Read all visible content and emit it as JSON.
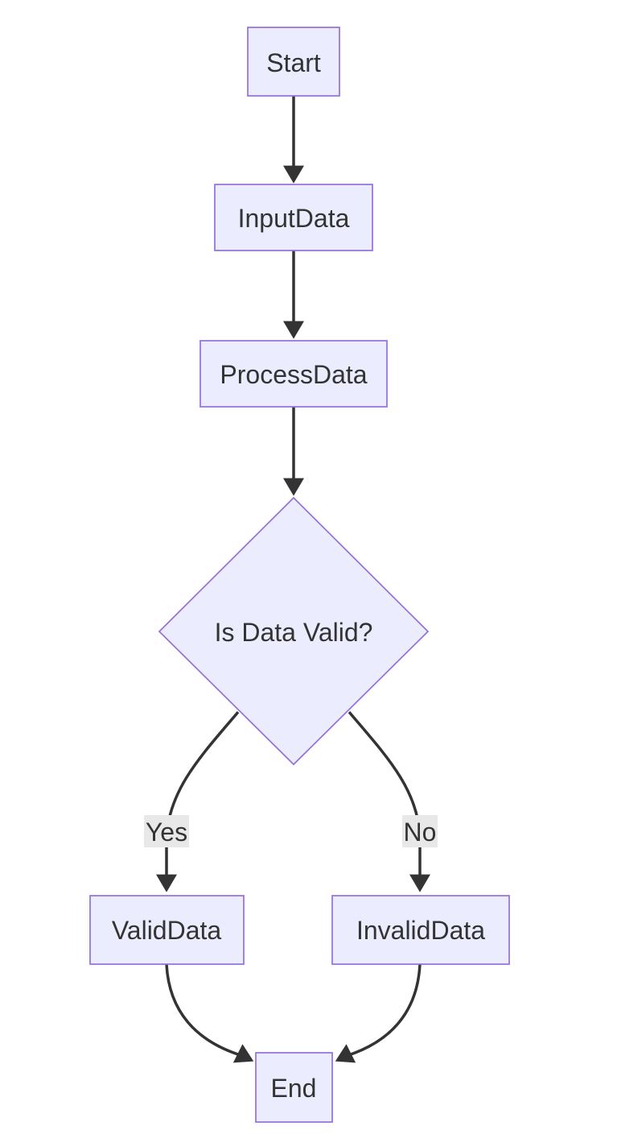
{
  "diagram": {
    "type": "flowchart",
    "direction": "top-down",
    "nodes": [
      {
        "id": "Start",
        "label": "Start",
        "shape": "rectangle"
      },
      {
        "id": "InputData",
        "label": "InputData",
        "shape": "rectangle"
      },
      {
        "id": "ProcessData",
        "label": "ProcessData",
        "shape": "rectangle"
      },
      {
        "id": "Decision",
        "label": "Is Data Valid?",
        "shape": "diamond"
      },
      {
        "id": "ValidData",
        "label": "ValidData",
        "shape": "rectangle"
      },
      {
        "id": "InvalidData",
        "label": "InvalidData",
        "shape": "rectangle"
      },
      {
        "id": "End",
        "label": "End",
        "shape": "rectangle"
      }
    ],
    "edges": [
      {
        "from": "Start",
        "to": "InputData",
        "label": ""
      },
      {
        "from": "InputData",
        "to": "ProcessData",
        "label": ""
      },
      {
        "from": "ProcessData",
        "to": "Decision",
        "label": ""
      },
      {
        "from": "Decision",
        "to": "ValidData",
        "label": "Yes"
      },
      {
        "from": "Decision",
        "to": "InvalidData",
        "label": "No"
      },
      {
        "from": "ValidData",
        "to": "End",
        "label": ""
      },
      {
        "from": "InvalidData",
        "to": "End",
        "label": ""
      }
    ],
    "colors": {
      "node_fill": "#ECECFF",
      "node_border": "#9370DB",
      "edge": "#333333",
      "text": "#333333",
      "edge_label_bg": "#e8e8e8",
      "background": "#ffffff"
    }
  }
}
